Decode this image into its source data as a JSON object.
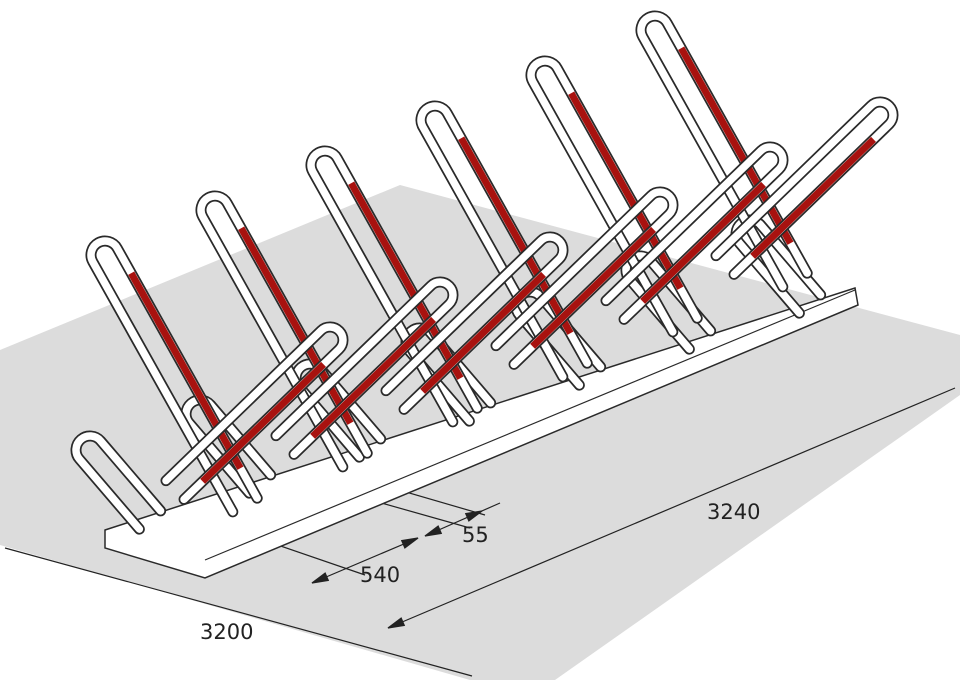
{
  "dimensions": {
    "total_length": "3200",
    "base_length": "3240",
    "spacing": "540",
    "offset": "55"
  },
  "colors": {
    "floor": "#dcdcdc",
    "stripe": "#a8120f",
    "outline": "#2a2a2a",
    "tube": "#ffffff"
  }
}
